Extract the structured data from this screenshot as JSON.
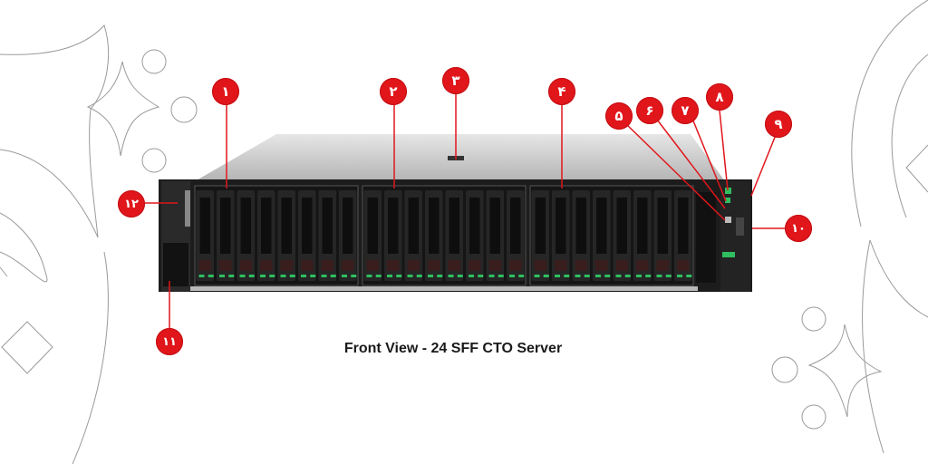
{
  "caption": "Front View - 24 SFF CTO Server",
  "server": {
    "drive_bays_total": 24,
    "drive_cages": 3,
    "bays_per_cage": 8,
    "led_color": "#2fbf5f",
    "chassis_color": "#1c1c1c",
    "lid_color": "#c8c8c8"
  },
  "callouts": [
    {
      "id": 1,
      "label": "۱"
    },
    {
      "id": 2,
      "label": "۲"
    },
    {
      "id": 3,
      "label": "۳"
    },
    {
      "id": 4,
      "label": "۴"
    },
    {
      "id": 5,
      "label": "۵"
    },
    {
      "id": 6,
      "label": "۶"
    },
    {
      "id": 7,
      "label": "۷"
    },
    {
      "id": 8,
      "label": "۸"
    },
    {
      "id": 9,
      "label": "۹"
    },
    {
      "id": 10,
      "label": "۱۰"
    },
    {
      "id": 11,
      "label": "۱۱"
    },
    {
      "id": 12,
      "label": "۱۲"
    }
  ],
  "colors": {
    "callout": "#e0161b",
    "decoration_stroke": "#9a9a9a"
  }
}
